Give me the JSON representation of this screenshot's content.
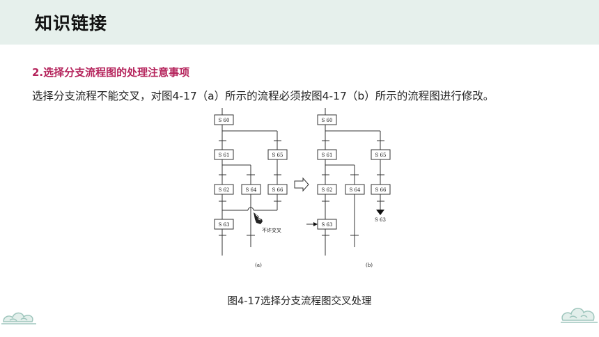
{
  "header": {
    "title": "知识链接"
  },
  "section": {
    "heading": "2.选择分支流程图的处理注意事项"
  },
  "body": {
    "text": "选择分支流程不能交叉，对图4-17（a）所示的流程必须按图4-17（b）所示的流程图进行修改。"
  },
  "figure": {
    "a": {
      "sub_label": "(a)",
      "steps": {
        "s60": "S 60",
        "s61": "S 61",
        "s65": "S 65",
        "s62": "S 62",
        "s64": "S 64",
        "s66": "S 66",
        "s63": "S 63"
      },
      "annotation": "不许交叉"
    },
    "b": {
      "sub_label": "(b)",
      "steps": {
        "s60": "S 60",
        "s61": "S 61",
        "s65": "S 65",
        "s62": "S 62",
        "s64": "S 64",
        "s66": "S 66",
        "s63": "S 63"
      },
      "jump_target": "S 63"
    },
    "caption": "图4-17选择分支流程图交叉处理"
  },
  "colors": {
    "header_bg": "#e6f0ec",
    "heading": "#b5245c",
    "line": "#333333",
    "cloud": "#9fc6bd"
  }
}
